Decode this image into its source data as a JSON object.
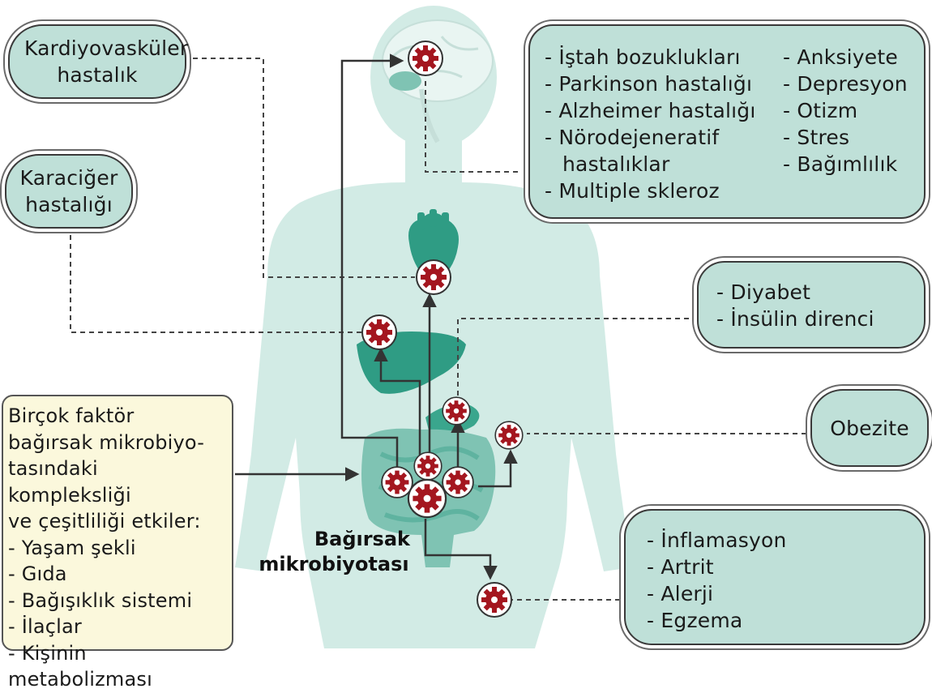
{
  "boxes": {
    "cardio": "Kardiyovasküler hastalık",
    "liver": "Karaciğer hastalığı",
    "diabetes": [
      "Diyabet",
      "İnsülin direnci"
    ],
    "obesity": "Obezite",
    "inflammation": [
      "İnflamasyon",
      "Artrit",
      "Alerji",
      "Egzema"
    ],
    "brain_col1": [
      "İştah bozuklukları",
      "Parkinson hastalığı",
      "Alzheimer hastalığı",
      "Nörodejeneratif"
    ],
    "brain_col1_cont": "hastalıklar",
    "brain_col1_last": "Multiple skleroz",
    "brain_col2": [
      "Anksiyete",
      "Depresyon",
      "Otizm",
      "Stres",
      "Bağımlılık"
    ]
  },
  "factors": {
    "intro_lines": [
      "Birçok faktör",
      "bağırsak mikrobiyo-",
      "tasındaki kompleksliği",
      "ve çeşitliliği etkiler:"
    ],
    "items": [
      "Yaşam şekli",
      "Gıda",
      "Bağışıklık sistemi",
      "İlaçlar",
      "Kişinin metabolizması"
    ]
  },
  "caption": [
    "Bağırsak",
    "mikrobiyotası"
  ],
  "colors": {
    "body": "#d2ebe5",
    "organ": "#2f9c84",
    "organ_dark": "#1e7a66",
    "box_fill": "#bfe0d8",
    "factor_fill": "#fbf8dc",
    "microbe_red": "#a4161f",
    "arrow": "#333333"
  }
}
